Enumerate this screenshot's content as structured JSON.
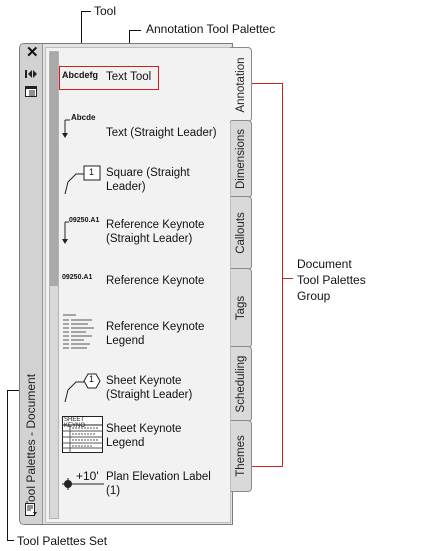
{
  "callouts": {
    "tool": "Tool",
    "annotation_palette": "Annotation Tool Palettec",
    "document_group": [
      "Document",
      "Tool Palettes",
      "Group"
    ],
    "palettes_set": "Tool Palettes Set"
  },
  "titlebar": {
    "title": "Tool Palettes - Document",
    "icons": [
      "close-icon",
      "auto-hide-icon",
      "properties-icon",
      "palette-menu-icon"
    ]
  },
  "tools": [
    {
      "icon_text": "Abcdefg",
      "label": [
        "Text Tool"
      ]
    },
    {
      "icon_text": "Abcde",
      "label": [
        "Text (Straight Leader)"
      ]
    },
    {
      "icon_text": "1",
      "label": [
        "Square (Straight",
        "Leader)"
      ]
    },
    {
      "icon_text": "09250.A1",
      "label": [
        "Reference Keynote",
        "(Straight Leader)"
      ]
    },
    {
      "icon_text": "09250.A1",
      "label": [
        "Reference Keynote"
      ]
    },
    {
      "icon_text": "",
      "label": [
        "Reference Keynote",
        "Legend"
      ]
    },
    {
      "icon_text": "1",
      "label": [
        "Sheet Keynote",
        "(Straight Leader)"
      ]
    },
    {
      "icon_text": "SHEET KEYNO",
      "label": [
        "Sheet Keynote",
        "Legend"
      ]
    },
    {
      "icon_text": "+10'",
      "label": [
        "Plan Elevation Label",
        "(1)"
      ]
    }
  ],
  "tabs": [
    "Annotation",
    "Dimensions",
    "Callouts",
    "Tags",
    "Scheduling",
    "Themes"
  ],
  "colors": {
    "callout": "#d0201a"
  }
}
